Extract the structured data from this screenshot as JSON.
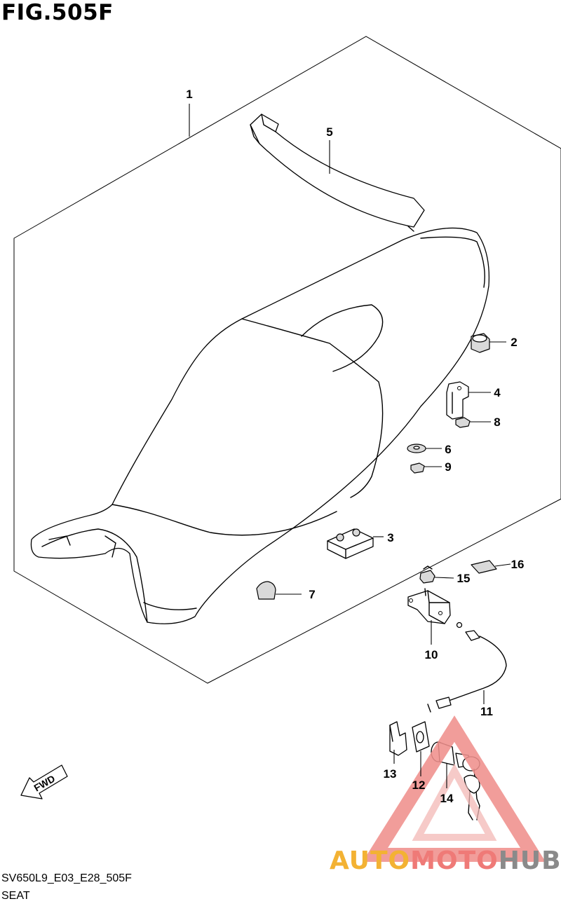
{
  "figure": {
    "title": "FIG.505F"
  },
  "footer": {
    "code": "SV650L9_E03_E28_505F",
    "name": "SEAT"
  },
  "direction_badge": "FWD",
  "watermark": {
    "part1": "AUTO",
    "part2": "MOTO",
    "part3": "HUB",
    "colors": [
      "#f3b233",
      "#ef7a77",
      "#8a8a8a"
    ]
  },
  "callouts": {
    "c1": "1",
    "c2": "2",
    "c3": "3",
    "c4": "4",
    "c5": "5",
    "c6": "6",
    "c7": "7",
    "c8": "8",
    "c9": "9",
    "c10": "10",
    "c11": "11",
    "c12": "12",
    "c13": "13",
    "c14": "14",
    "c15": "15",
    "c16": "16"
  }
}
